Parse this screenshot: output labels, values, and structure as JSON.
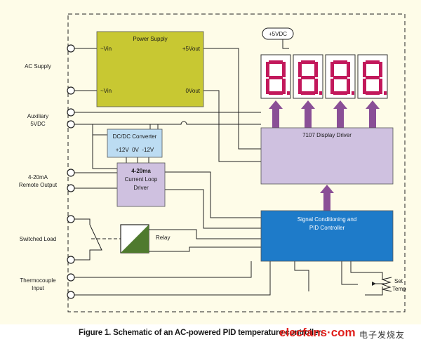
{
  "labels": {
    "ac_supply": "AC Supply",
    "aux_1": "Auxiliary",
    "aux_2": "5VDC",
    "remote_1": "4-20mA",
    "remote_2": "Remote Output",
    "switched_load": "Switched Load",
    "thermo_1": "Thermocouple",
    "thermo_2": "Input",
    "plus5vdc": "+5VDC",
    "set_1": "Set",
    "set_2": "Temp"
  },
  "blocks": {
    "power_supply": {
      "title": "Power Supply",
      "vin1": "~Vin",
      "vin2": "~Vin",
      "out5": "+5Vout",
      "out0": "0Vout"
    },
    "dcdc": {
      "title": "DC/DC Converter",
      "rails": "+12V  0V  -12V"
    },
    "loop": {
      "line1": "4-20ma",
      "line2": "Current Loop",
      "line3": "Driver"
    },
    "display_driver": {
      "title": "7107 Display Driver"
    },
    "signal": {
      "line1": "Signal Conditioning and",
      "line2": "PID Controller"
    },
    "relay": {
      "label": "Relay"
    }
  },
  "display": {
    "digits": [
      "8.",
      "8.",
      "8.",
      "8."
    ],
    "color": "#c2185b"
  },
  "colors": {
    "power_supply": "#c8c832",
    "dcdc": "#bcdcf2",
    "loop": "#cfc1e0",
    "display_driver": "#cfc1e0",
    "signal": "#1e7bc9",
    "relay": "#4f7a2e",
    "arrows": "#8a4f96",
    "background": "#fefce8"
  },
  "caption": {
    "text": "Figure 1. Schematic of an AC-powered PID temperature controller.",
    "watermark": "elecfans·com",
    "watermark_cn": "电子发烧友"
  }
}
